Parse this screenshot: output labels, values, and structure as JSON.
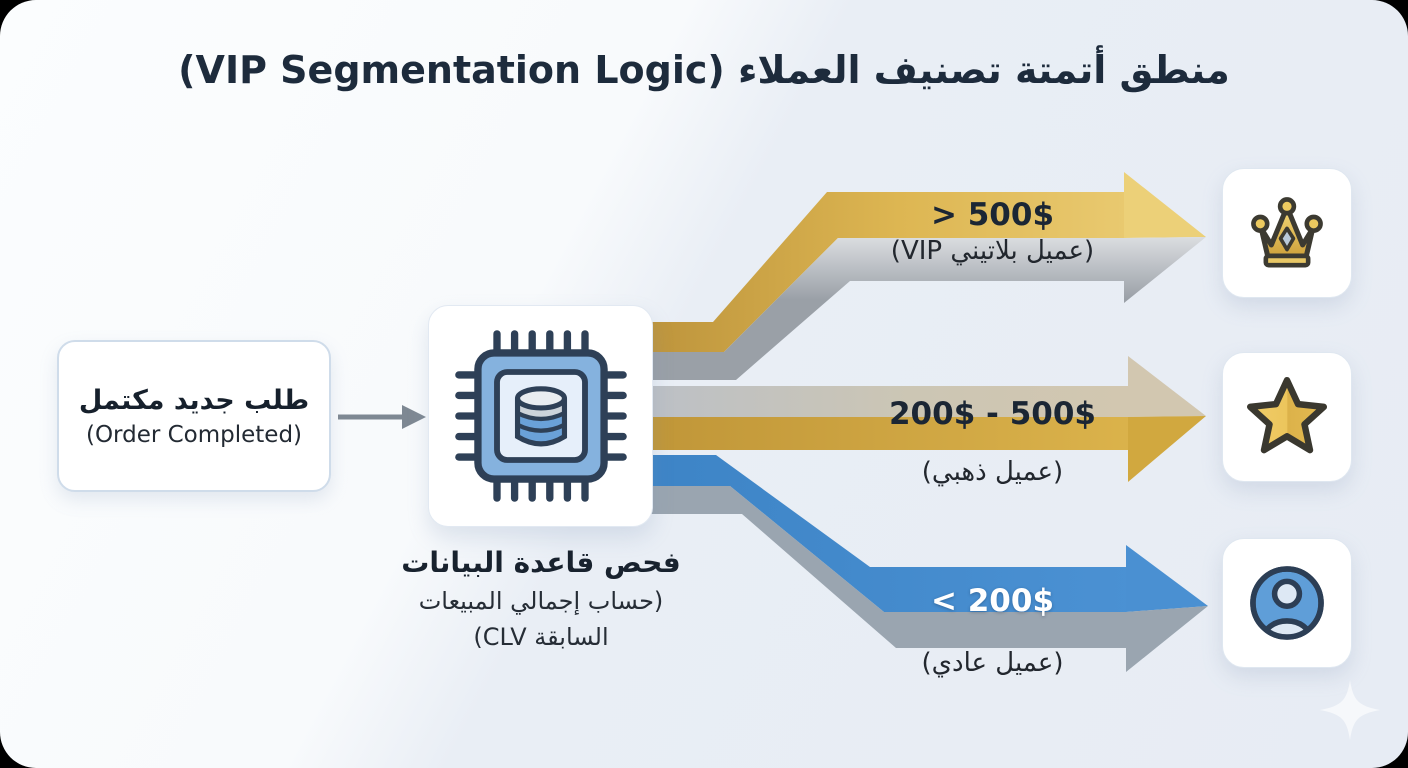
{
  "title": "منطق أتمتة تصنيف العملاء (VIP Segmentation Logic)",
  "trigger_node": {
    "label_ar": "طلب جديد مكتمل",
    "label_en": "(Order Completed)"
  },
  "process_node": {
    "icon": "cpu-database-icon",
    "caption_title": "فحص قاعدة البيانات",
    "caption_sub": "(حساب إجمالي المبيعات السابقة CLV)"
  },
  "branches": [
    {
      "id": "platinum",
      "value": "> 500$",
      "label": "(عميل بلاتيني VIP)",
      "icon": "crown-icon",
      "band_colors": [
        "#d9b255",
        "#c2c6cc"
      ]
    },
    {
      "id": "gold",
      "value": "200$ - 500$",
      "label": "(عميل ذهبي)",
      "icon": "star-icon",
      "band_colors": [
        "#c8ccd2",
        "#d4a845"
      ]
    },
    {
      "id": "regular",
      "value": "< 200$",
      "label": "(عميل عادي)",
      "icon": "user-icon",
      "band_colors": [
        "#3f87c8",
        "#97a2ae"
      ]
    }
  ],
  "colors": {
    "title_text": "#1d2b3c",
    "gold": "#d4a845",
    "silver": "#c2c6cc",
    "blue": "#3f87c8",
    "connector_gray": "#7e8893",
    "panel_left": "#fbfdfe",
    "panel_right": "#e7ecf4"
  }
}
